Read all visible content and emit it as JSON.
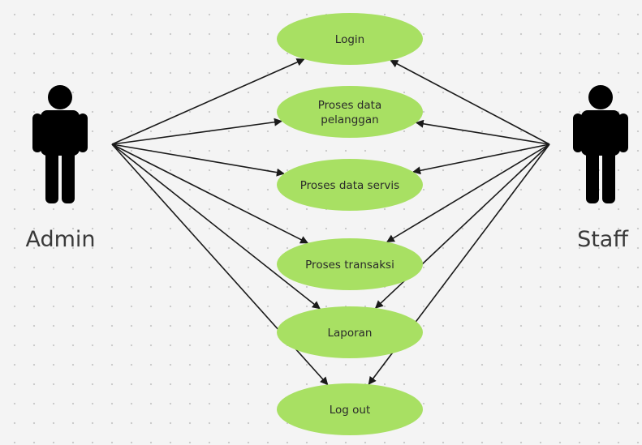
{
  "actors": {
    "admin": {
      "label": "Admin"
    },
    "staff": {
      "label": "Staff"
    }
  },
  "use_cases": [
    {
      "id": "login",
      "lines": [
        "Login"
      ]
    },
    {
      "id": "proses-data-pelanggan",
      "lines": [
        "Proses data",
        "pelanggan"
      ]
    },
    {
      "id": "proses-data-servis",
      "lines": [
        "Proses data servis"
      ]
    },
    {
      "id": "proses-transaksi",
      "lines": [
        "Proses transaksi"
      ]
    },
    {
      "id": "laporan",
      "lines": [
        "Laporan"
      ]
    },
    {
      "id": "log-out",
      "lines": [
        "Log out"
      ]
    }
  ],
  "associations": [
    {
      "from": "admin",
      "to": "login"
    },
    {
      "from": "admin",
      "to": "proses-data-pelanggan"
    },
    {
      "from": "admin",
      "to": "proses-data-servis"
    },
    {
      "from": "admin",
      "to": "proses-transaksi"
    },
    {
      "from": "admin",
      "to": "laporan"
    },
    {
      "from": "admin",
      "to": "log-out"
    },
    {
      "from": "staff",
      "to": "login"
    },
    {
      "from": "staff",
      "to": "proses-data-pelanggan"
    },
    {
      "from": "staff",
      "to": "proses-data-servis"
    },
    {
      "from": "staff",
      "to": "proses-transaksi"
    },
    {
      "from": "staff",
      "to": "laporan"
    },
    {
      "from": "staff",
      "to": "log-out"
    }
  ],
  "colors": {
    "use_case_fill": "#a8e063",
    "actor": "#000000",
    "line": "#1a1a1a"
  }
}
